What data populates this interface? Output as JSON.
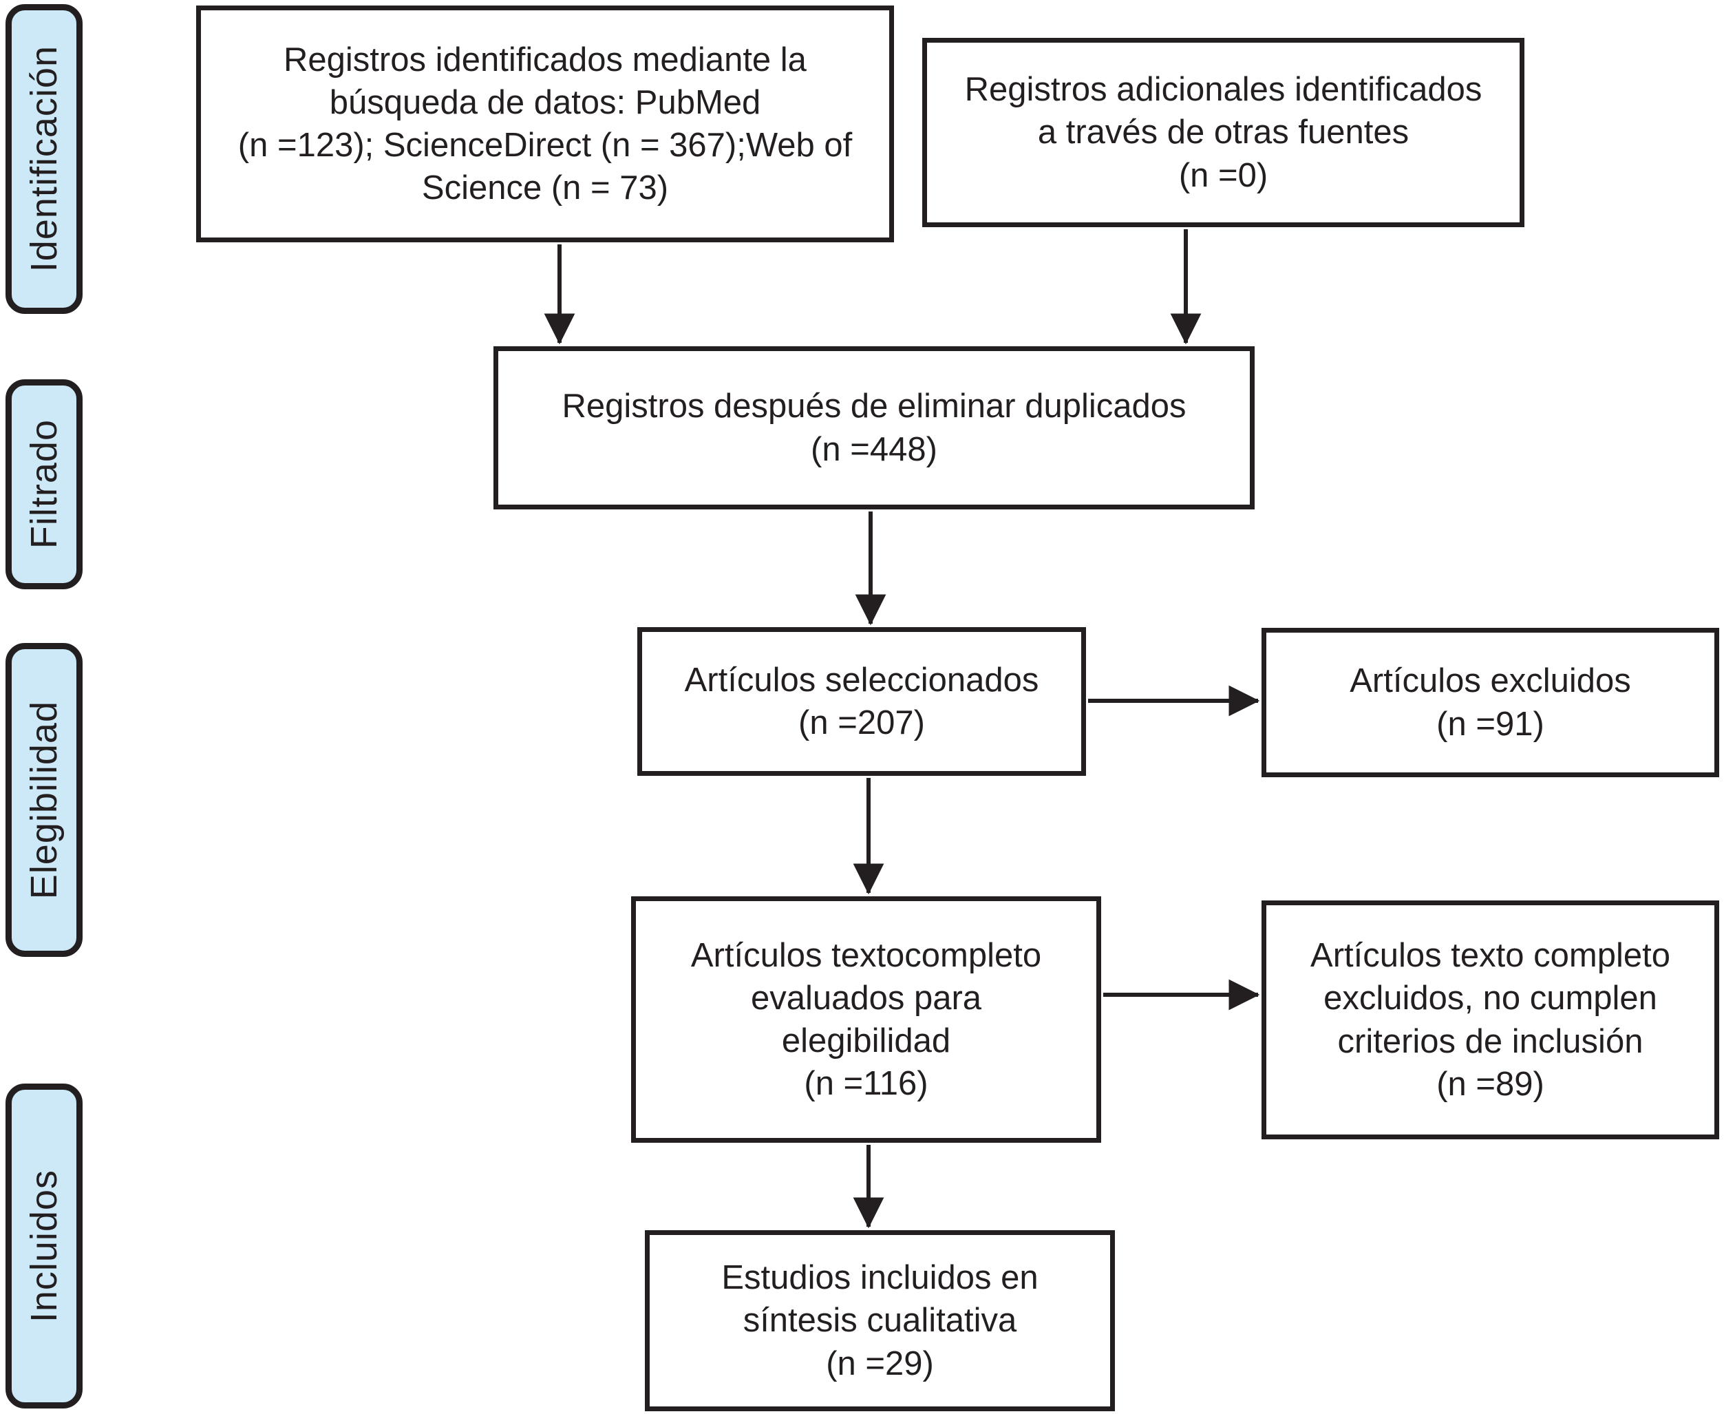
{
  "diagram": {
    "kind": "prisma-flow-diagram",
    "language": "es"
  },
  "stages": [
    {
      "label": "Identificación"
    },
    {
      "label": "Filtrado"
    },
    {
      "label": "Elegibilidad"
    },
    {
      "label": "Incluidos"
    }
  ],
  "boxes": {
    "identified_records": {
      "text": "Registros identificados mediante la\nbúsqueda de datos: PubMed\n(n =123); ScienceDirect (n = 367);Web of\nScience (n = 73)"
    },
    "additional_records": {
      "text": "Registros adicionales identificados\na través de otras fuentes\n(n =0)"
    },
    "after_duplicates": {
      "text": "Registros después de eliminar duplicados\n(n =448)"
    },
    "screened": {
      "text": "Artículos seleccionados\n(n =207)"
    },
    "excluded": {
      "text": "Artículos excluidos\n(n =91)"
    },
    "fulltext_assessed": {
      "text": "Artículos textocompleto\nevaluados para\nelegibilidad\n(n =116)"
    },
    "fulltext_excluded": {
      "text": "Artículos texto completo\nexcluidos, no cumplen\ncriterios de inclusión\n(n =89)"
    },
    "included_studies": {
      "text": "Estudios incluidos en\nsíntesis cualitativa\n(n =29)"
    }
  },
  "counts": {
    "pubmed": 123,
    "sciencedirect": 367,
    "web_of_science": 73,
    "additional_sources": 0,
    "after_duplicates": 448,
    "screened": 207,
    "excluded": 91,
    "fulltext_assessed": 116,
    "fulltext_excluded": 89,
    "included_qualitative": 29
  },
  "colors": {
    "ink": "#231f20",
    "stage_fill": "#cde9f7",
    "box_fill": "#ffffff"
  }
}
